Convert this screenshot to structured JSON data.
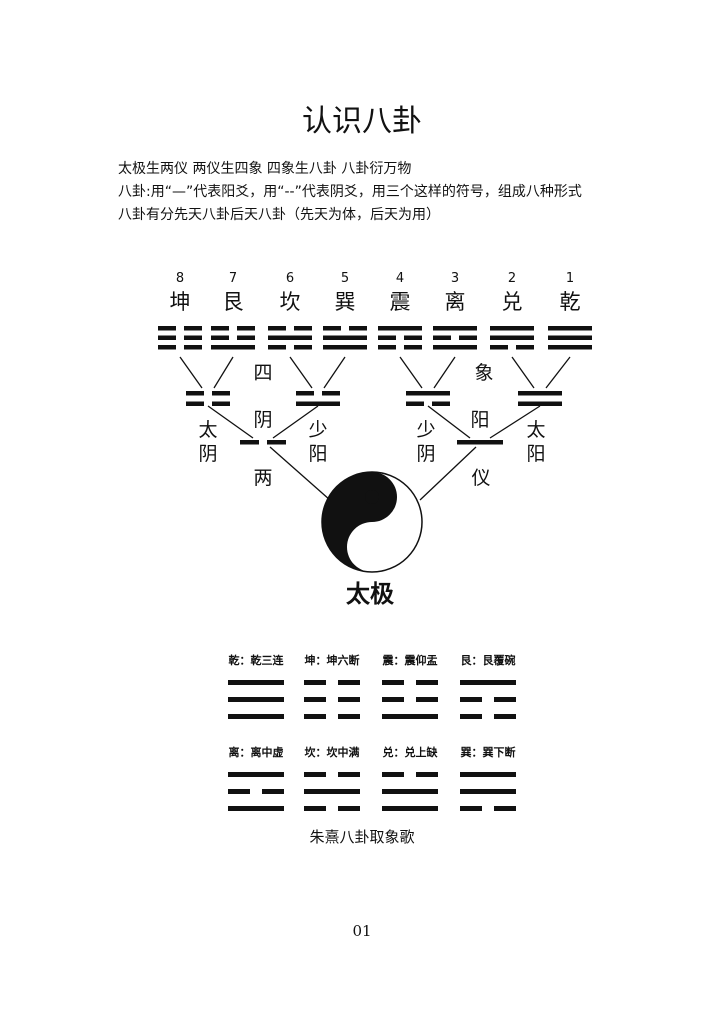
{
  "title": "认识八卦",
  "intro": [
    "太极生两仪 两仪生四象 四象生八卦 八卦衍万物",
    "八卦:用“—”代表阳爻，用“--”代表阴爻，用三个这样的符号，组成八种形式",
    "八卦有分先天八卦后天八卦（先天为体，后天为用）"
  ],
  "trigrams": [
    {
      "number": "8",
      "name": "坤",
      "lines": [
        0,
        0,
        0
      ]
    },
    {
      "number": "7",
      "name": "艮",
      "lines": [
        0,
        0,
        1
      ]
    },
    {
      "number": "6",
      "name": "坎",
      "lines": [
        0,
        1,
        0
      ]
    },
    {
      "number": "5",
      "name": "巽",
      "lines": [
        0,
        1,
        1
      ]
    },
    {
      "number": "4",
      "name": "震",
      "lines": [
        1,
        0,
        0
      ]
    },
    {
      "number": "3",
      "name": "离",
      "lines": [
        1,
        0,
        1
      ]
    },
    {
      "number": "2",
      "name": "兑",
      "lines": [
        1,
        1,
        0
      ]
    },
    {
      "number": "1",
      "name": "乾",
      "lines": [
        1,
        1,
        1
      ]
    }
  ],
  "four_images": [
    {
      "name": [
        "太",
        "阴"
      ],
      "lines": [
        0,
        0
      ]
    },
    {
      "name": [
        "少",
        "阳"
      ],
      "lines": [
        0,
        1
      ]
    },
    {
      "name": [
        "少",
        "阴"
      ],
      "lines": [
        1,
        0
      ]
    },
    {
      "name": [
        "太",
        "阳"
      ],
      "lines": [
        1,
        1
      ]
    }
  ],
  "two_modes": [
    {
      "label": "阴",
      "lines": [
        0
      ]
    },
    {
      "label": "阳",
      "lines": [
        1
      ]
    }
  ],
  "labels": {
    "si": "四",
    "xiang": "象",
    "liang": "两",
    "yi": "仪",
    "taiji": "太极"
  },
  "mnemonics": [
    {
      "name": "乾",
      "verse": "乾三连",
      "lines": [
        1,
        1,
        1
      ]
    },
    {
      "name": "坤",
      "verse": "坤六断",
      "lines": [
        0,
        0,
        0
      ]
    },
    {
      "name": "震",
      "verse": "震仰盂",
      "lines": [
        0,
        0,
        1
      ]
    },
    {
      "name": "艮",
      "verse": "艮覆碗",
      "lines": [
        1,
        0,
        0
      ]
    },
    {
      "name": "离",
      "verse": "离中虚",
      "lines": [
        1,
        0,
        1
      ]
    },
    {
      "name": "坎",
      "verse": "坎中满",
      "lines": [
        0,
        1,
        0
      ]
    },
    {
      "name": "兑",
      "verse": "兑上缺",
      "lines": [
        0,
        1,
        1
      ]
    },
    {
      "name": "巽",
      "verse": "巽下断",
      "lines": [
        1,
        1,
        0
      ]
    }
  ],
  "caption": "朱熹八卦取象歌",
  "page_number": "01",
  "colors": {
    "ink": "#111111",
    "paper": "#ffffff"
  }
}
